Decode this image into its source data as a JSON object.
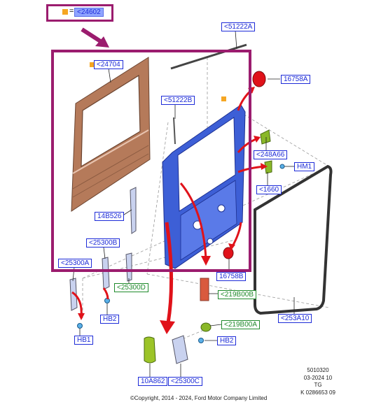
{
  "legend": {
    "symbol": "=",
    "code": "<24602"
  },
  "callouts": {
    "c24704": "<24704",
    "c51222A": "<51222A",
    "c51222B": "<51222B",
    "c16758A": "16758A",
    "c248A66": "<248A66",
    "cHM1": "HM1",
    "c1660": "<1660",
    "c14B526": "14B526",
    "c25300B": "<25300B",
    "c25300A": "<25300A",
    "c25300D": "<25300D",
    "c16758B": "16758B",
    "c219B00B": "<219B00B",
    "c253A10": "<253A10",
    "cHB2a": "HB2",
    "cHB1": "HB1",
    "c219B00A": "<219B00A",
    "cHB2b": "HB2",
    "c10A862": "10A862",
    "c25300C": "<25300C"
  },
  "id_block": {
    "line1": "5010320",
    "line2": "03-2024 10",
    "line3": "TG",
    "line4": "K 0286653 09"
  },
  "copyright": "©Copyright, 2014 - 2024, Ford Motor Company Limited",
  "colors": {
    "callout_blue": "#1d2bd8",
    "callout_green": "#1f8a2b",
    "highlight_frame": "#9b1c6e",
    "door_skin": "#b57a5a",
    "door_inner": "#3d5fd6",
    "arrow_red": "#e0121a",
    "legend_square": "#f5a623"
  }
}
